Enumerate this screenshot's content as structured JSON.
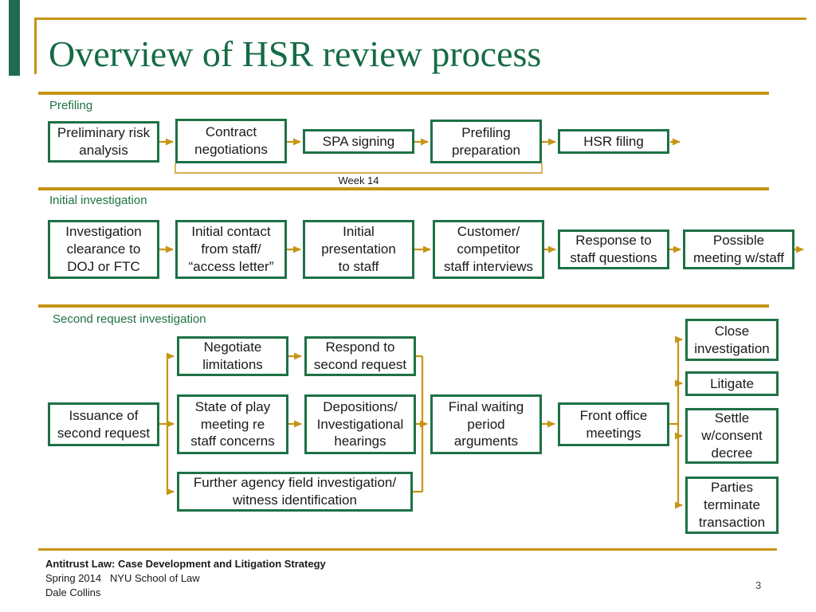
{
  "slide": {
    "title": "Overview of HSR review process",
    "page_number": "3"
  },
  "sections": {
    "prefiling_label": "Prefiling",
    "initial_label": "Initial investigation",
    "second_label": "Second request investigation",
    "week_label": "Week 14"
  },
  "nodes": {
    "preliminary_risk": "Preliminary risk\nanalysis",
    "contract_negotiations": "Contract\nnegotiations",
    "spa_signing": "SPA signing",
    "prefiling_preparation": "Prefiling\npreparation",
    "hsr_filing": "HSR filing",
    "investigation_clearance": "Investigation\nclearance to\nDOJ or FTC",
    "initial_contact": "Initial contact\nfrom staff/\n“access letter”",
    "initial_presentation": "Initial\npresentation\nto staff",
    "customer_interviews": "Customer/\ncompetitor\nstaff interviews",
    "response_questions": "Response to\nstaff questions",
    "possible_meeting": "Possible\nmeeting w/staff",
    "issuance_second_request": "Issuance of\nsecond request",
    "negotiate_limitations": "Negotiate\nlimitations",
    "respond_second_request": "Respond to\nsecond request",
    "state_of_play": "State of play\nmeeting re\nstaff concerns",
    "depositions_hearings": "Depositions/\nInvestigational\nhearings",
    "further_agency": "Further agency field investigation/\nwitness identification",
    "final_waiting": "Final waiting\nperiod\narguments",
    "front_office": "Front office\nmeetings",
    "close_investigation": "Close\ninvestigation",
    "litigate": "Litigate",
    "settle_consent": "Settle\nw/consent\ndecree",
    "parties_terminate": "Parties\nterminate\ntransaction"
  },
  "footer": {
    "line1": "Antitrust Law: Case Development and Litigation Strategy",
    "line2": "Spring 2014   NYU School of Law",
    "line3": "Dale Collins"
  },
  "colors": {
    "green": "#1E7145",
    "title_green": "#156B45",
    "gold": "#C79416",
    "accent_bar": "#1E6B52",
    "text": "#1A1A1A"
  }
}
